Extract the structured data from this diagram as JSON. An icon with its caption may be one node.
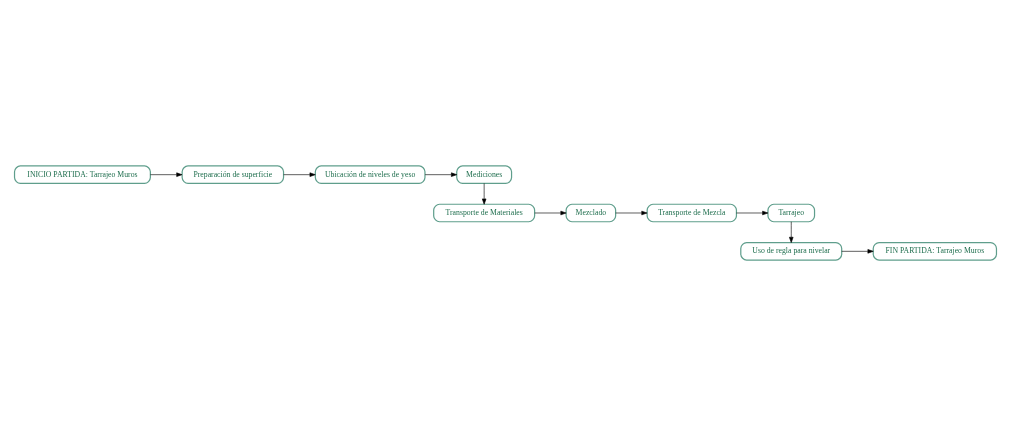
{
  "diagram": {
    "nodes": [
      {
        "text": [
          "INICIO PARTIDA: Tarrajeo Muros"
        ]
      },
      {
        "text": [
          "Preparación de superficie"
        ]
      },
      {
        "text": [
          "Ubicación de niveles de yeso"
        ]
      },
      {
        "text": [
          "Mediciones"
        ]
      },
      {
        "text": [
          "Transporte de Materiales"
        ]
      },
      {
        "text": [
          "Mezclado"
        ]
      },
      {
        "text": [
          "Transporte de Mezcla"
        ]
      },
      {
        "text": [
          "Tarrajeo"
        ]
      },
      {
        "text": [
          "Uso de regla para nivelar"
        ]
      },
      {
        "text": [
          "FIN PARTIDA: Tarrajeo Muros"
        ]
      }
    ],
    "edges": [
      {
        "from": 0,
        "to": 1,
        "arrow": "to"
      },
      {
        "from": 1,
        "to": 2,
        "arrow": "to"
      },
      {
        "from": 2,
        "to": 3,
        "arrow": "to"
      },
      {
        "from": 3,
        "to": 4,
        "arrow": "to"
      },
      {
        "from": 4,
        "to": 5,
        "arrow": "to"
      },
      {
        "from": 5,
        "to": 6,
        "arrow": "to"
      },
      {
        "from": 6,
        "to": 7,
        "arrow": "to"
      },
      {
        "from": 7,
        "to": 8,
        "arrow": "to"
      },
      {
        "from": 8,
        "to": 9,
        "arrow": "to"
      }
    ]
  }
}
